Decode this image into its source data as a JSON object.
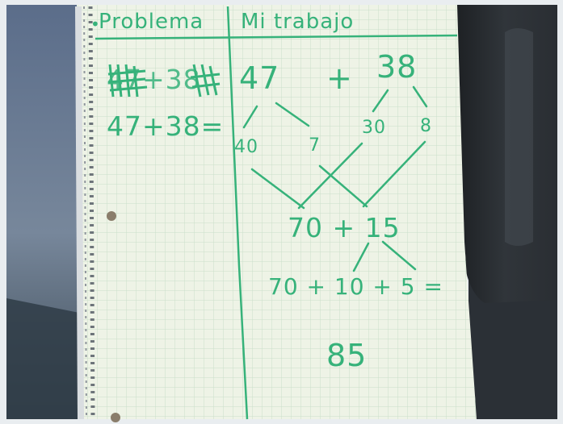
{
  "header": {
    "problem_label": "Problema",
    "work_label": "Mi trabajo"
  },
  "problem": {
    "scratched": "47+38",
    "equation": "47+38="
  },
  "work": {
    "addend_a": "47",
    "plus": "+",
    "addend_b": "38",
    "a_tens": "40",
    "a_ones": "7",
    "b_tens": "30",
    "b_ones": "8",
    "regroup": "70 + 15",
    "split": "70 + 10 + 5 =",
    "answer": "85"
  },
  "colors": {
    "ink": "#36b27a",
    "paper": "#eef3e6",
    "grid": "#c9dcc9",
    "desk": "#3a4047"
  }
}
